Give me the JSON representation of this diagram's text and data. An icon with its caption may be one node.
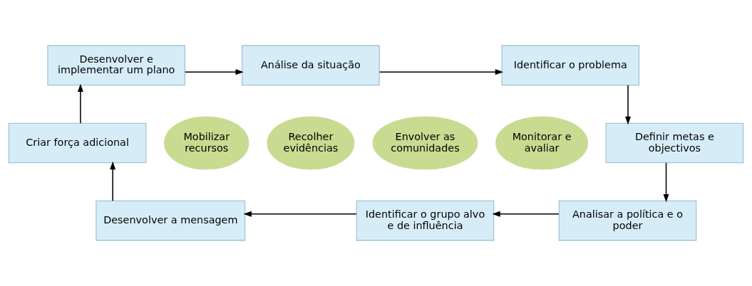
{
  "diagram": {
    "nodes": [
      {
        "text": [
          "Análise da situação"
        ]
      },
      {
        "text": [
          "Identificar o problema"
        ]
      },
      {
        "text": [
          "Definir metas e objectivos"
        ]
      },
      {
        "text": [
          "Analisar a política e o poder"
        ]
      },
      {
        "text": [
          "Identificar o grupo alvo e de influência"
        ]
      },
      {
        "text": [
          "Desenvolver a mensagem"
        ]
      },
      {
        "text": [
          "Criar força adicional"
        ]
      },
      {
        "text": [
          "Desenvolver e implementar um plano"
        ]
      },
      {
        "text": [
          "Recolher evidências"
        ]
      },
      {
        "text": [
          "Mobilizar recursos"
        ]
      },
      {
        "text": [
          "Monitorar e avaliar"
        ]
      },
      {
        "text": [
          "Envolver as comunidades"
        ]
      }
    ],
    "edges": [
      {
        "from": 0,
        "to": 1,
        "arrow": "to"
      },
      {
        "from": 1,
        "to": 2,
        "arrow": "to"
      },
      {
        "from": 2,
        "to": 3,
        "arrow": "to"
      },
      {
        "from": 3,
        "to": 4,
        "arrow": "to"
      },
      {
        "from": 4,
        "to": 5,
        "arrow": "to"
      },
      {
        "from": 5,
        "to": 6,
        "arrow": "to"
      },
      {
        "from": 6,
        "to": 7,
        "arrow": "to"
      },
      {
        "from": 7,
        "to": 0,
        "arrow": "to"
      }
    ]
  }
}
